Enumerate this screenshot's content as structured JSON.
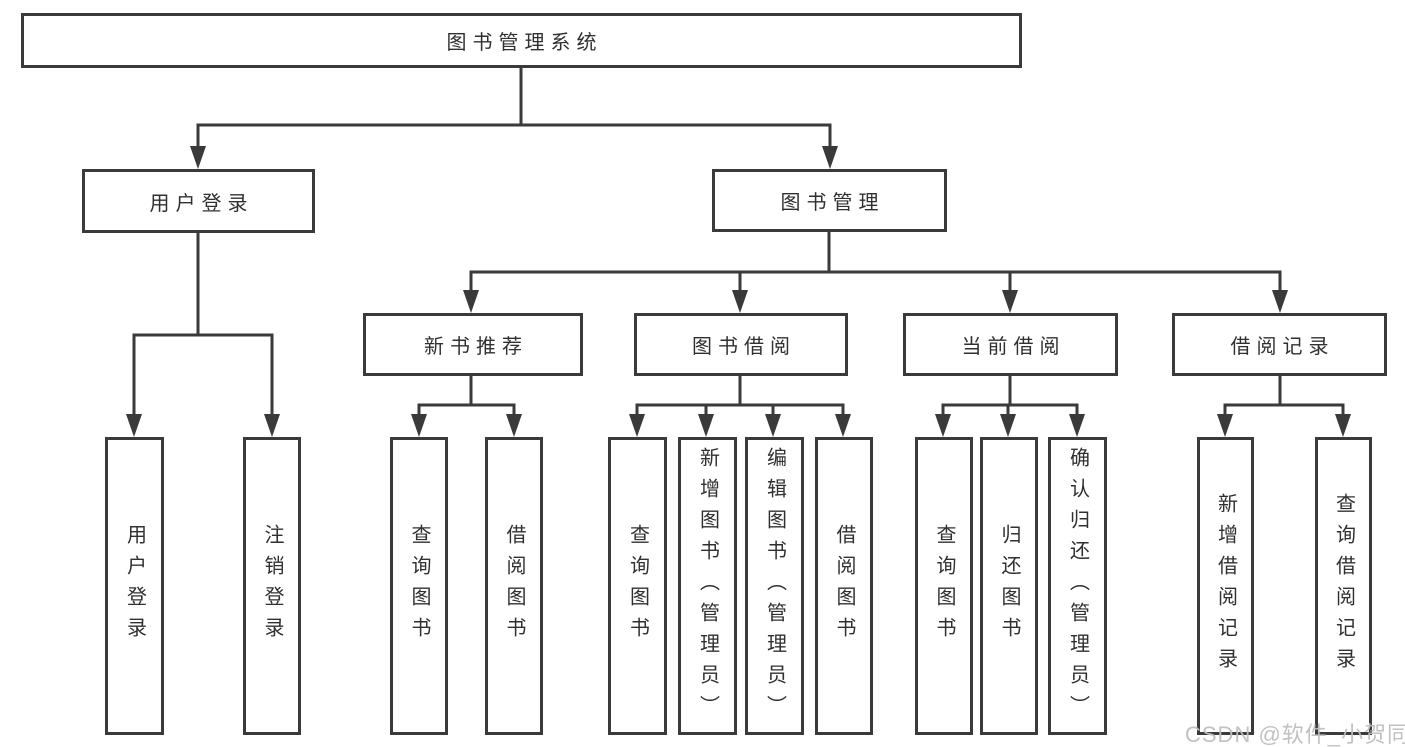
{
  "diagram": {
    "root_label": "图书管理系统",
    "level2": [
      {
        "label": "用户登录"
      },
      {
        "label": "图书管理"
      }
    ],
    "level3": [
      {
        "label": "新书推荐",
        "parent": "图书管理"
      },
      {
        "label": "图书借阅",
        "parent": "图书管理"
      },
      {
        "label": "当前借阅",
        "parent": "图书管理"
      },
      {
        "label": "借阅记录",
        "parent": "图书管理"
      }
    ],
    "leaves": [
      {
        "label": "用户登录",
        "parent": "用户登录"
      },
      {
        "label": "注销登录",
        "parent": "用户登录"
      },
      {
        "label": "查询图书",
        "parent": "新书推荐"
      },
      {
        "label": "借阅图书",
        "parent": "新书推荐"
      },
      {
        "label": "查询图书",
        "parent": "图书借阅"
      },
      {
        "label": "新增图书（管理员）",
        "parent": "图书借阅"
      },
      {
        "label": "编辑图书（管理员）",
        "parent": "图书借阅"
      },
      {
        "label": "借阅图书",
        "parent": "图书借阅"
      },
      {
        "label": "查询图书",
        "parent": "当前借阅"
      },
      {
        "label": "归还图书",
        "parent": "当前借阅"
      },
      {
        "label": "确认归还（管理员）",
        "parent": "当前借阅"
      },
      {
        "label": "新增借阅记录",
        "parent": "借阅记录"
      },
      {
        "label": "查询借阅记录",
        "parent": "借阅记录"
      }
    ]
  },
  "watermark": {
    "text": "CSDN @软件_小贺同学"
  },
  "colors": {
    "line": "#3a3a3a",
    "text": "#303030",
    "background": "#ffffff",
    "watermark": "#bebebe"
  }
}
